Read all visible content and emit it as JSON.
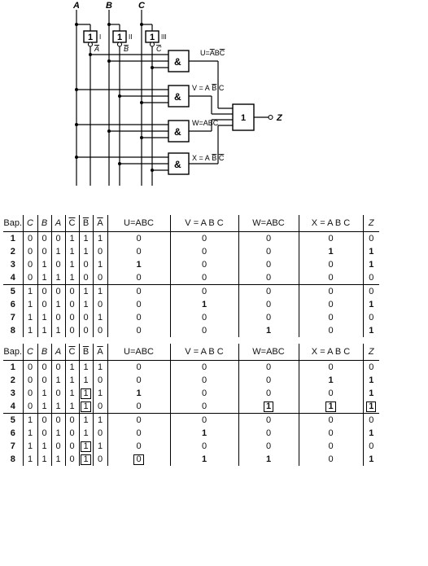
{
  "circuit": {
    "inputs": [
      "A",
      "B",
      "C"
    ],
    "inverters": [
      {
        "symbol": "1",
        "roman": "I",
        "output": "A"
      },
      {
        "symbol": "1",
        "roman": "II",
        "output": "B"
      },
      {
        "symbol": "1",
        "roman": "III",
        "output": "C"
      }
    ],
    "and_symbol": "&",
    "or_symbol": "1",
    "output_label": "Z",
    "gate_labels": [
      {
        "pre": "U=",
        "chars": [
          {
            "c": "A",
            "bar": true
          },
          {
            "c": "B",
            "bar": false
          },
          {
            "c": "C",
            "bar": true
          }
        ]
      },
      {
        "pre": "V = ",
        "chars": [
          {
            "c": "A",
            "bar": false
          },
          {
            "c": " ",
            "bar": false
          },
          {
            "c": "B",
            "bar": true
          },
          {
            "c": " ",
            "bar": false
          },
          {
            "c": "C",
            "bar": false
          }
        ]
      },
      {
        "pre": "W=",
        "chars": [
          {
            "c": "A",
            "bar": false
          },
          {
            "c": "B",
            "bar": false
          },
          {
            "c": "C",
            "bar": false
          }
        ]
      },
      {
        "pre": "X = ",
        "chars": [
          {
            "c": "A",
            "bar": false
          },
          {
            "c": " ",
            "bar": false
          },
          {
            "c": "B",
            "bar": true
          },
          {
            "c": " ",
            "bar": false
          },
          {
            "c": "C",
            "bar": true
          }
        ]
      }
    ]
  },
  "table_headers": {
    "bap": "Bap.",
    "c": "C",
    "b": "B",
    "a": "A",
    "c_bar": "C",
    "b_bar": "B",
    "a_bar": "A",
    "u": "U=ABC",
    "v": "V = A B C",
    "w": "W=ABC",
    "x": "X = A B C",
    "z": "Z"
  },
  "table1": {
    "rows": [
      [
        "1",
        "0",
        "0",
        "0",
        "1",
        "1",
        "1",
        "0",
        "0",
        "0",
        "0",
        "0"
      ],
      [
        "2",
        "0",
        "0",
        "1",
        "1",
        "1",
        "0",
        "0",
        "0",
        "0",
        "1",
        "1"
      ],
      [
        "3",
        "0",
        "1",
        "0",
        "1",
        "0",
        "1",
        "1",
        "0",
        "0",
        "0",
        "1"
      ],
      [
        "4",
        "0",
        "1",
        "1",
        "1",
        "0",
        "0",
        "0",
        "0",
        "0",
        "0",
        "0"
      ],
      [
        "5",
        "1",
        "0",
        "0",
        "0",
        "1",
        "1",
        "0",
        "0",
        "0",
        "0",
        "0"
      ],
      [
        "6",
        "1",
        "0",
        "1",
        "0",
        "1",
        "0",
        "0",
        "1",
        "0",
        "0",
        "1"
      ],
      [
        "7",
        "1",
        "1",
        "0",
        "0",
        "0",
        "1",
        "0",
        "0",
        "0",
        "0",
        "0"
      ],
      [
        "8",
        "1",
        "1",
        "1",
        "0",
        "0",
        "0",
        "0",
        "0",
        "1",
        "0",
        "1"
      ]
    ]
  },
  "table2": {
    "rows": [
      [
        "1",
        "0",
        "0",
        "0",
        "1",
        "1",
        "1",
        "0",
        "0",
        "0",
        "0",
        "0"
      ],
      [
        "2",
        "0",
        "0",
        "1",
        "1",
        "1",
        "0",
        "0",
        "0",
        "0",
        "1",
        "1"
      ],
      [
        "3",
        "0",
        "1",
        "0",
        "1",
        "1",
        "1",
        "1",
        "0",
        "0",
        "0",
        "1"
      ],
      [
        "4",
        "0",
        "1",
        "1",
        "1",
        "1",
        "0",
        "0",
        "0",
        "1",
        "1",
        "1"
      ],
      [
        "5",
        "1",
        "0",
        "0",
        "0",
        "1",
        "1",
        "0",
        "0",
        "0",
        "0",
        "0"
      ],
      [
        "6",
        "1",
        "0",
        "1",
        "0",
        "1",
        "0",
        "0",
        "1",
        "0",
        "0",
        "1"
      ],
      [
        "7",
        "1",
        "1",
        "0",
        "0",
        "1",
        "1",
        "0",
        "0",
        "0",
        "0",
        "0"
      ],
      [
        "8",
        "1",
        "1",
        "1",
        "0",
        "1",
        "0",
        "0",
        "1",
        "1",
        "0",
        "1"
      ]
    ],
    "boxed_cells": [
      [
        2,
        5
      ],
      [
        3,
        5
      ],
      [
        3,
        9
      ],
      [
        3,
        10
      ],
      [
        3,
        11
      ],
      [
        6,
        5
      ],
      [
        7,
        5
      ],
      [
        7,
        7
      ]
    ]
  }
}
